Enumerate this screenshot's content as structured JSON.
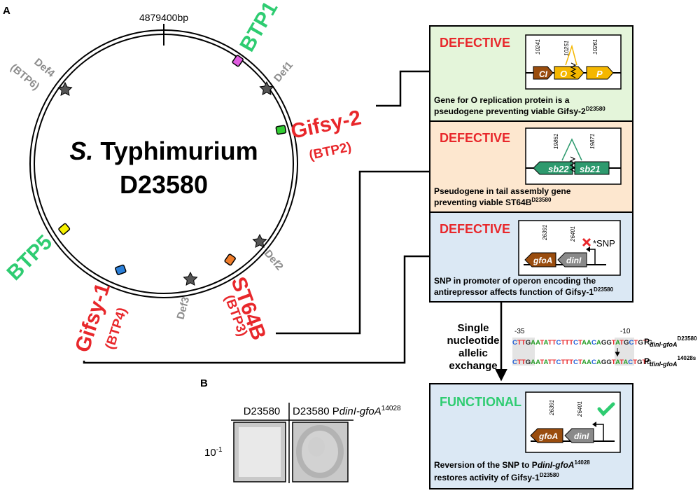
{
  "panels": {
    "a": "A",
    "b": "B"
  },
  "genome": {
    "position_label": "4879400bp",
    "title_species": "S.",
    "title_serovar": "Typhimurium",
    "title_strain": "D23580"
  },
  "prophages": {
    "btp1": "BTP1",
    "btp5": "BTP5",
    "gifsy2": "Gifsy-2",
    "gifsy2_btp": "(BTP2)",
    "st64b": "ST64B",
    "st64b_btp": "(BTP3)",
    "gifsy1": "Gifsy-1",
    "gifsy1_btp": "(BTP4)",
    "def1": "Def1",
    "def2": "Def2",
    "def3": "Def3",
    "def4": "Def4",
    "def4_btp": "(BTP6)"
  },
  "boxes": {
    "gifsy2": {
      "status": "DEFECTIVE",
      "pos1": "10241",
      "pos2": "10251",
      "pos3": "10261",
      "gene1": "CI",
      "gene2": "O",
      "gene3": "P",
      "desc1": "Gene for O replication protein is a",
      "desc2": "pseudogene preventing viable Gifsy-2",
      "desc2_sup": "D23580"
    },
    "st64b": {
      "status": "DEFECTIVE",
      "pos1": "19861",
      "pos2": "19871",
      "gene1": "sb22",
      "gene2": "sb21",
      "desc1": "Pseudogene in tail assembly gene",
      "desc2": "preventing viable ST64B",
      "desc2_sup": "D23580"
    },
    "gifsy1": {
      "status": "DEFECTIVE",
      "pos1": "26391",
      "pos2": "26401",
      "gene1": "gfoA",
      "gene2": "dinI",
      "snp": "*SNP",
      "desc1": "SNP in promoter of operon encoding the",
      "desc2": "antirepressor affects function of Gifsy-1",
      "desc2_sup": "D23580"
    },
    "functional": {
      "status": "FUNCTIONAL",
      "pos1": "26391",
      "pos2": "26401",
      "gene1": "gfoA",
      "gene2": "dinI",
      "desc1_a": "Reversion of the SNP to P",
      "desc1_b": "dinI-gfoA",
      "desc1_sup": "14028",
      "desc2": "restores activity of Gifsy-1",
      "desc2_sup": "D23580"
    }
  },
  "exchange": {
    "line1": "Single",
    "line2": "nucleotide",
    "line3": "allelic",
    "line4": "exchange",
    "box_minus35": "-35",
    "box_minus10": "-10",
    "seq1": "CTTGAATATTCTTTCTAACAGGTATGCTGTG",
    "seq2": "CTTGAATATTCTTTCTAACAGGTATACTGTG",
    "seq1_label_p": "P",
    "seq1_label_sub": "dinI-gfoA",
    "seq1_label_sup": "D23580",
    "seq2_label_p": "P",
    "seq2_label_sub": "dinI-gfoA",
    "seq2_label_sup": "14028s"
  },
  "panel_b": {
    "col1": "D23580",
    "col2_a": "D23580 P",
    "col2_b": "dinI-gfoA",
    "col2_sup": "14028",
    "row_label": "10",
    "row_sup": "-1"
  },
  "colors": {
    "red": "#e8272b",
    "green": "#2ecc71",
    "grey": "#8c8c8c",
    "box_green": "#e4f5da",
    "box_orange": "#fde7cf",
    "box_blue": "#dbe8f4",
    "gene_brown": "#9a4d0e",
    "gene_gold": "#f5b700",
    "gene_teal": "#2e9a6e",
    "gene_grey": "#8a8a8a"
  }
}
